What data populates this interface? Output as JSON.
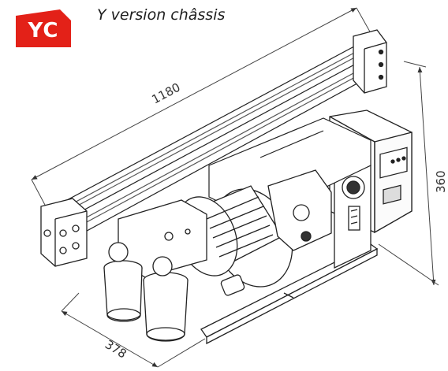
{
  "badge": {
    "label": "YC",
    "color": "#e32118"
  },
  "title": "Y version châssis",
  "dimensions": {
    "length": "1180",
    "height": "360",
    "depth": "378"
  }
}
